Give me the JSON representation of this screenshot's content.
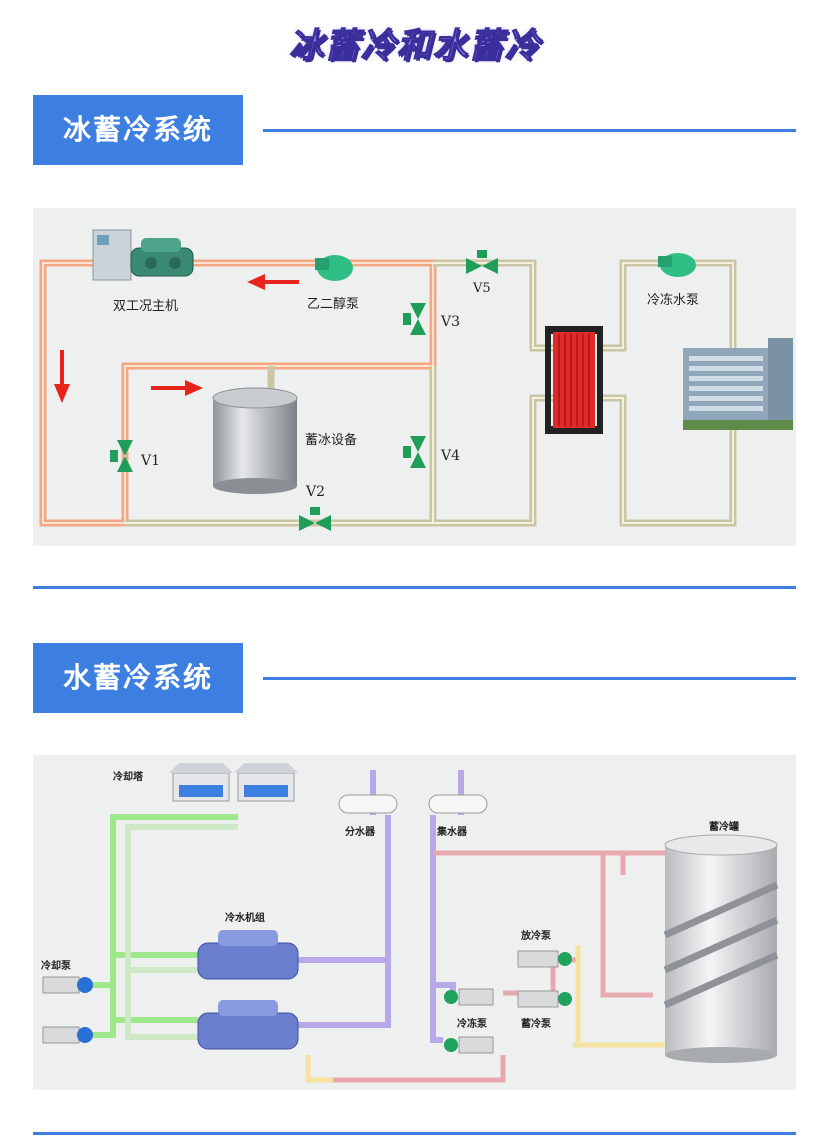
{
  "page_title": "冰蓄冷和水蓄冷",
  "ice_section": {
    "header": "冰蓄冷系统",
    "labels": {
      "chiller": "双工况主机",
      "glycol_pump": "乙二醇泵",
      "chilled_water_pump": "冷冻水泵",
      "ice_storage": "蓄冰设备",
      "v1": "V1",
      "v2": "V2",
      "v3": "V3",
      "v4": "V4",
      "v5": "V5"
    }
  },
  "water_section": {
    "header": "水蓄冷系统",
    "labels": {
      "cooling_tower": "冷却塔",
      "distributor": "分水器",
      "collector": "集水器",
      "storage_tank": "蓄冷罐",
      "chiller_unit": "冷水机组",
      "cooling_pump": "冷却泵",
      "discharge_pump": "放冷泵",
      "chilled_pump": "冷冻泵",
      "charge_pump": "蓄冷泵"
    }
  },
  "colors": {
    "accent_blue": "#3d7fe0",
    "pipe_orange": "#f2a882",
    "pipe_beige": "#d8d6b8",
    "valve_green": "#1f9e5a",
    "arrow_red": "#e8231c",
    "hex_red": "#e02a2a",
    "pipe_green": "#9de88a",
    "pipe_purple": "#b8a8e8",
    "pipe_pink": "#e8a8b0",
    "pipe_yellow": "#f4e2a0"
  }
}
